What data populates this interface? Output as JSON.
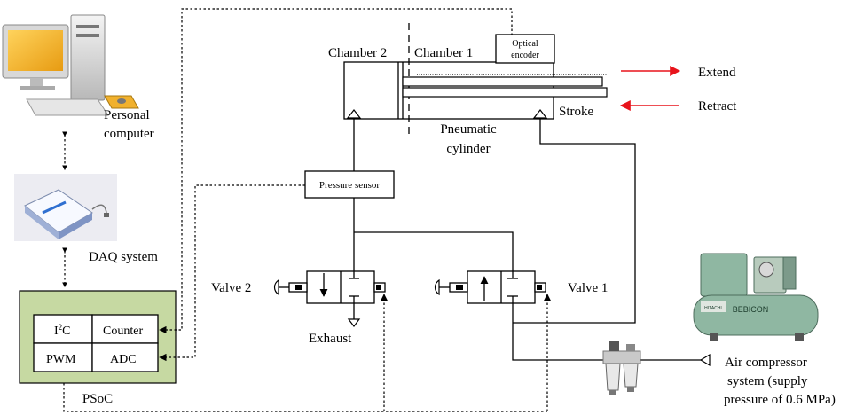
{
  "labels": {
    "personal_computer_1": "Personal",
    "personal_computer_2": "computer",
    "daq_system": "DAQ system",
    "psoc": "PSoC",
    "i2c_base": "I",
    "i2c_sup": "2",
    "i2c_end": "C",
    "counter": "Counter",
    "pwm": "PWM",
    "adc": "ADC",
    "chamber2": "Chamber 2",
    "chamber1": "Chamber 1",
    "optical_encoder_1": "Optical",
    "optical_encoder_2": "encoder",
    "extend": "Extend",
    "retract": "Retract",
    "stroke": "Stroke",
    "pneumatic_cylinder_1": "Pneumatic",
    "pneumatic_cylinder_2": "cylinder",
    "pressure_sensor": "Pressure sensor",
    "valve2": "Valve 2",
    "valve1": "Valve 1",
    "exhaust": "Exhaust",
    "compressor_1": "Air compressor",
    "compressor_2": "system (supply",
    "compressor_3": "pressure of 0.6 MPa)",
    "compressor_brand": "BEBICON",
    "compressor_maker": "HITACHI"
  },
  "colors": {
    "psoc_fill": "#c6d9a2",
    "arrow_red": "#e8131b",
    "monitor_screen": "#f3b021",
    "compressor_body": "#8fb7a2"
  },
  "icons": {
    "computer": "desktop-computer-icon",
    "daq": "daq-device-icon",
    "compressor": "air-compressor-icon",
    "filter": "filter-regulator-icon"
  }
}
